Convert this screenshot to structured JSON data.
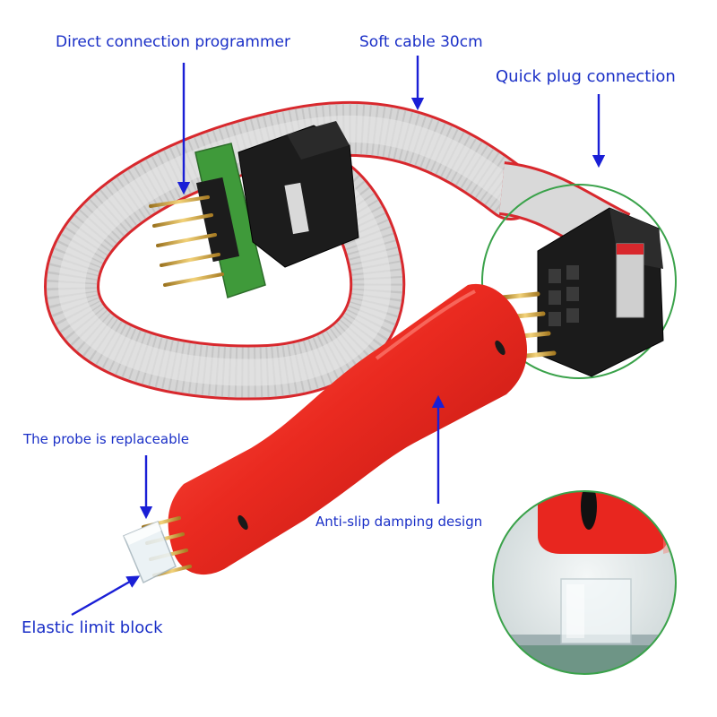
{
  "labels": {
    "direct_connection": "Direct connection programmer",
    "soft_cable": "Soft cable 30cm",
    "quick_plug": "Quick plug connection",
    "probe_replaceable": "The probe is replaceable",
    "anti_slip": "Anti-slip damping design",
    "elastic_limit": "Elastic limit block"
  },
  "colors": {
    "label_text": "#1a2fc7",
    "arrow": "#1a1fd6",
    "probe_body": "#e8261f",
    "cable": "#d9d9d9",
    "cable_edge": "#d8282d",
    "pcb": "#3f9a3a",
    "connector": "#1b1b1b",
    "callout_circle": "#3aa24a",
    "pins": "#d4a537"
  }
}
